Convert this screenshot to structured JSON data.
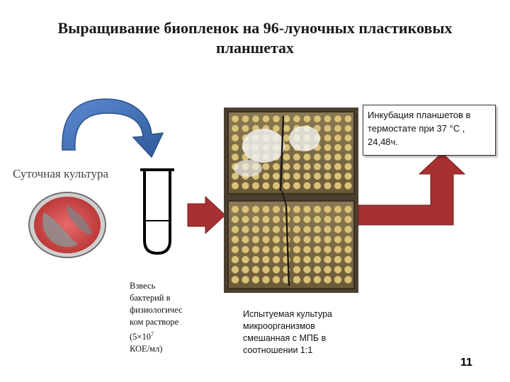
{
  "slide": {
    "title": "Выращивание биопленок на 96-луночных пластиковых планшетах",
    "daily_culture_label": "Суточная культура",
    "suspension": {
      "line1": "Взвесь",
      "line2": "бактерий в",
      "line3": "физиологичес",
      "line4": "ком растворе",
      "line5_pre": "(5×10",
      "line5_exp": "7",
      "line6": "КОЕ/мл)"
    },
    "mix_text": "Испытуемая культура микроорганизмов смешанная с МПБ в соотношении 1:1",
    "incubation_text": "Инкубация планшетов в термостате при 37 °С , 24,48ч.",
    "page_number": "11"
  },
  "colors": {
    "curved_arrow": "#4a78b8",
    "red_arrow": "#a83030",
    "petri_red": "#d94a4a",
    "plate_frame": "#6e5a3a"
  }
}
